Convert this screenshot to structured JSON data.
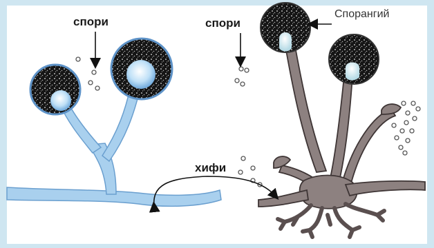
{
  "labels": {
    "spores_left": "спори",
    "spores_right": "спори",
    "sporangium": "Спорангий",
    "hyphae": "хифи"
  },
  "colors": {
    "left_fungus": "#9ec8ea",
    "left_fungus_edge": "#5e93c8",
    "right_fungus": "#8d8180",
    "right_fungus_edge": "#3e3535",
    "sporangium_fill": "#141414",
    "background": "#cfe6f1"
  },
  "icons": [
    "arrow-down-icon",
    "arrow-left-icon",
    "double-headed-curved-arrow-icon"
  ]
}
